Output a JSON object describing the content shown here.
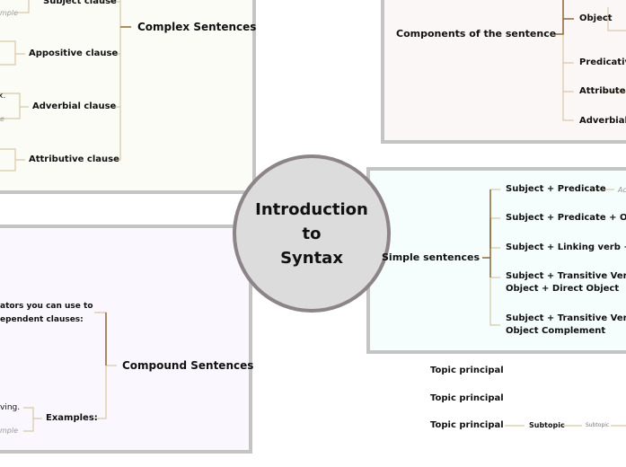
{
  "center": {
    "title_lines": [
      "Introduction",
      "to",
      "Syntax"
    ]
  },
  "complex": {
    "title": "Complex Sentences",
    "items": [
      "Subject clause",
      "Appositive clause",
      "Adverbial clause",
      "Attributive clause"
    ],
    "fragments": [
      "mple",
      "x.",
      "e"
    ]
  },
  "compound": {
    "title": "Compound Sentences",
    "text_lines": [
      "ators you can use to",
      "ependent clauses:"
    ],
    "examples": "Examples:",
    "fragments": [
      "ving.",
      "mple"
    ]
  },
  "components": {
    "title": "Components of the sentence",
    "items": [
      "Object",
      "Predicative",
      "Attribute",
      "Adverbial"
    ]
  },
  "simple": {
    "title": "Simple sentences",
    "items": [
      "Subject + Predicate",
      "Subject + Predicate + Objec",
      "Subject + Linking verb + Pre",
      "Subject + Transitive Verb + I",
      "Subject + Transitive Verb + "
    ],
    "items_line2": [
      "Object + Direct Object",
      "Object Complement"
    ],
    "fragment": "Ac"
  },
  "topics": [
    {
      "label": "Topic principal"
    },
    {
      "label": "Topic principal"
    },
    {
      "label": "Topic principal",
      "subtopic": "Subtopic",
      "subsubtopic": "Subtopic"
    }
  ],
  "colors": {
    "branch": "#8b6a3a",
    "light_branch": "#d8c8a8"
  }
}
